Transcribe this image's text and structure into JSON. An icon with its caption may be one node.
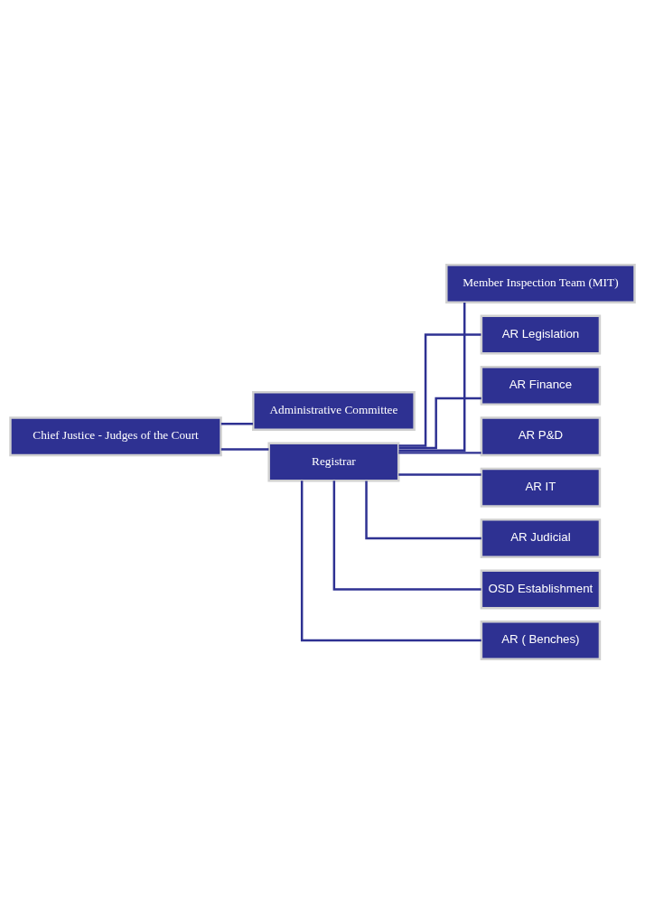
{
  "diagram": {
    "nodes": [
      {
        "text": [
          "Chief Justice - Judges of the Court"
        ]
      },
      {
        "text": [
          "Administrative Committee"
        ]
      },
      {
        "text": [
          "Registrar"
        ]
      },
      {
        "text": [
          "Member Inspection Team (MIT)"
        ]
      },
      {
        "text": [
          "AR Legislation"
        ]
      },
      {
        "text": [
          "AR Finance"
        ]
      },
      {
        "text": [
          "AR P&D"
        ]
      },
      {
        "text": [
          "AR IT"
        ]
      },
      {
        "text": [
          "AR Judicial"
        ]
      },
      {
        "text": [
          "OSD Establishment"
        ]
      },
      {
        "text": [
          "AR ( Benches)"
        ]
      }
    ],
    "edges": [
      {
        "from": 0,
        "to": 1,
        "arrow": "none"
      },
      {
        "from": 0,
        "to": 2,
        "arrow": "none"
      },
      {
        "from": 2,
        "to": 3,
        "arrow": "none"
      },
      {
        "from": 2,
        "to": 4,
        "arrow": "none"
      },
      {
        "from": 2,
        "to": 5,
        "arrow": "none"
      },
      {
        "from": 2,
        "to": 6,
        "arrow": "none"
      },
      {
        "from": 2,
        "to": 7,
        "arrow": "none"
      },
      {
        "from": 2,
        "to": 8,
        "arrow": "none"
      },
      {
        "from": 2,
        "to": 9,
        "arrow": "none"
      },
      {
        "from": 2,
        "to": 10,
        "arrow": "none"
      }
    ]
  }
}
